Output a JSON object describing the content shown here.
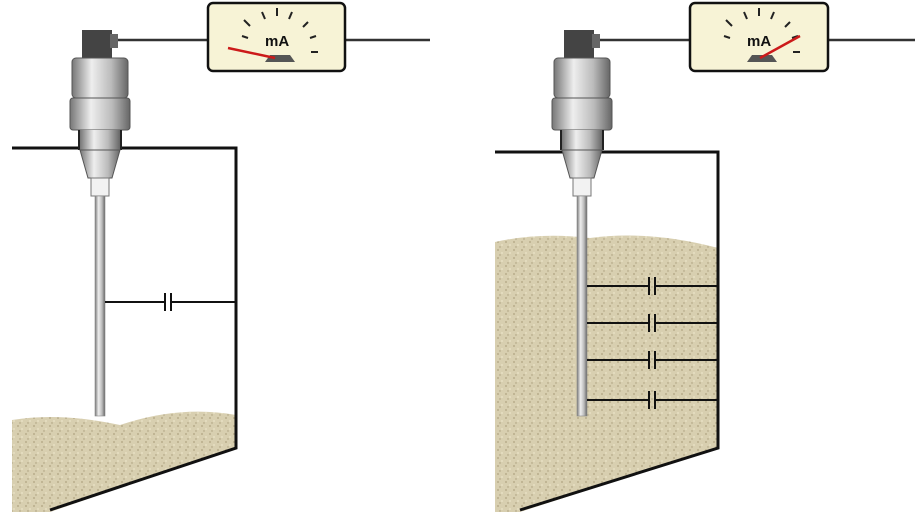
{
  "left_panel": {
    "meter_unit": "mA",
    "needle": "low",
    "fill_level": "low",
    "capacitors": 1
  },
  "right_panel": {
    "meter_unit": "mA",
    "needle": "high",
    "fill_level": "high",
    "capacitors": 4
  },
  "colors": {
    "sand": "#d8cfb0",
    "meter_face": "#f7f3d6",
    "needle": "#cc1a1a",
    "outline": "#111111"
  }
}
